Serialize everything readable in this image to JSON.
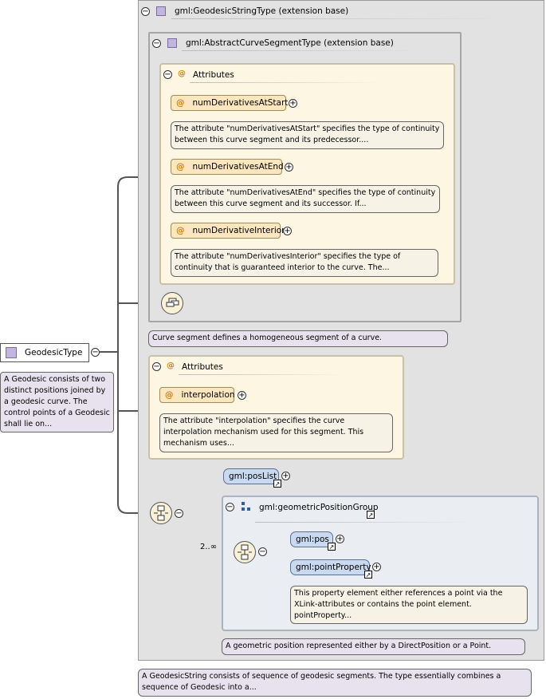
{
  "root": {
    "name": "GeodesicType",
    "doc": "A Geodesic consists of two distinct positions joined by a geodesic curve. The control points of a Geodesic shall lie on..."
  },
  "geodesic_string": {
    "title": "gml:GeodesicStringType (extension base)",
    "doc": "A GeodesicString consists of sequence of geodesic segments. The type essentially combines a sequence of Geodesic into a..."
  },
  "abstract_curve": {
    "title": "gml:AbstractCurveSegmentType (extension base)",
    "doc": "Curve segment defines a homogeneous segment of a curve."
  },
  "attributes_group_1": {
    "title": "Attributes",
    "items": [
      {
        "name": "numDerivativesAtStart",
        "doc": "The attribute \"numDerivativesAtStart\" specifies the type of continuity between this curve segment and its predecessor...."
      },
      {
        "name": "numDerivativesAtEnd",
        "doc": "The attribute \"numDerivativesAtEnd\" specifies the type of continuity between this curve segment and its successor. If..."
      },
      {
        "name": "numDerivativeInterior",
        "doc": "The attribute \"numDerivativesInterior\" specifies the type of continuity that is guaranteed interior to the curve. The..."
      }
    ]
  },
  "attributes_group_2": {
    "title": "Attributes",
    "items": [
      {
        "name": "interpolation",
        "doc": "The attribute \"interpolation\" specifies the curve interpolation mechanism used for this segment. This mechanism uses..."
      }
    ]
  },
  "choice": {
    "poslist": "gml:posList",
    "multiplicity": "2..∞",
    "group": {
      "title": "gml:geometricPositionGroup",
      "pos": "gml:pos",
      "point_property": "gml:pointProperty",
      "point_property_doc": "This property element either references a point via the XLink-attributes or contains the point element. pointProperty...",
      "doc": "A geometric position represented either by a DirectPosition or a Point."
    }
  },
  "icons": {
    "collapse": "minus-icon",
    "expand": "plus-icon",
    "reference": "reference-arrow-icon",
    "attribute": "attribute-at-icon",
    "type": "complex-type-icon",
    "sequence": "sequence-compositor-icon",
    "group": "group-icon"
  }
}
